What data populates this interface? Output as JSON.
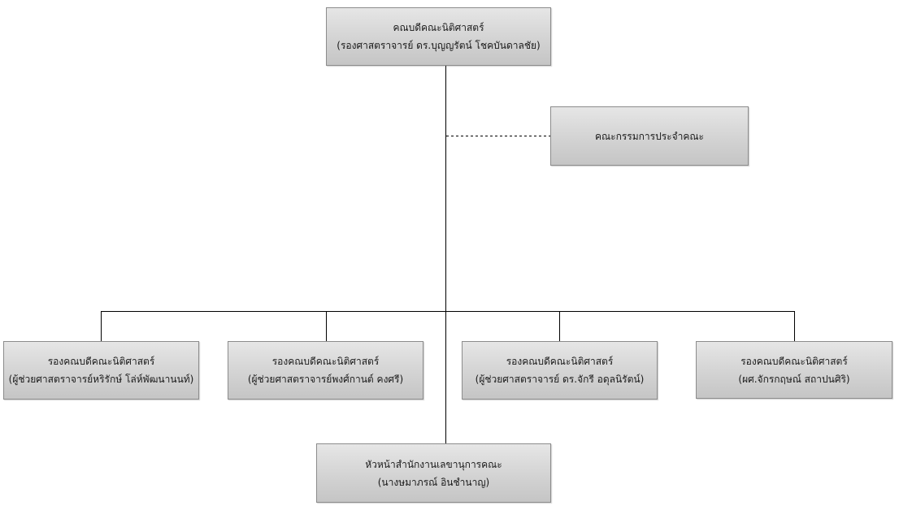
{
  "org_chart": {
    "dean": {
      "title": "คณบดีคณะนิติศาสตร์",
      "name": "(รองศาสตราจารย์ ดร.บุญญรัตน์ โชคบันดาลชัย)"
    },
    "committee": {
      "title": "คณะกรรมการประจำคณะ"
    },
    "vice_deans": [
      {
        "title": "รองคณบดีคณะนิติศาสตร์",
        "name": "(ผู้ช่วยศาสตราจารย์หริรักษ์ โล่ห์พัฒนานนท์)"
      },
      {
        "title": "รองคณบดีคณะนิติศาสตร์",
        "name": "(ผู้ช่วยศาสตราจารย์พงศ์กานต์ คงศรี)"
      },
      {
        "title": "รองคณบดีคณะนิติศาสตร์",
        "name": "(ผู้ช่วยศาสตราจารย์ ดร.จักรี อดุลนิรัตน์)"
      },
      {
        "title": "รองคณบดีคณะนิติศาสตร์",
        "name": "(ผศ.จักรกฤษณ์ สถาปนศิริ)"
      }
    ],
    "office_head": {
      "title": "หัวหน้าสำนักงานเลขานุการคณะ",
      "name": "(นางษมาภรณ์ อินชำนาญ)"
    }
  },
  "colors": {
    "box_fill_top": "#e6e6e6",
    "box_fill_bottom": "#c5c5c5",
    "box_border": "#8c8c8c",
    "line": "#000000",
    "text": "#1a1a1a"
  }
}
